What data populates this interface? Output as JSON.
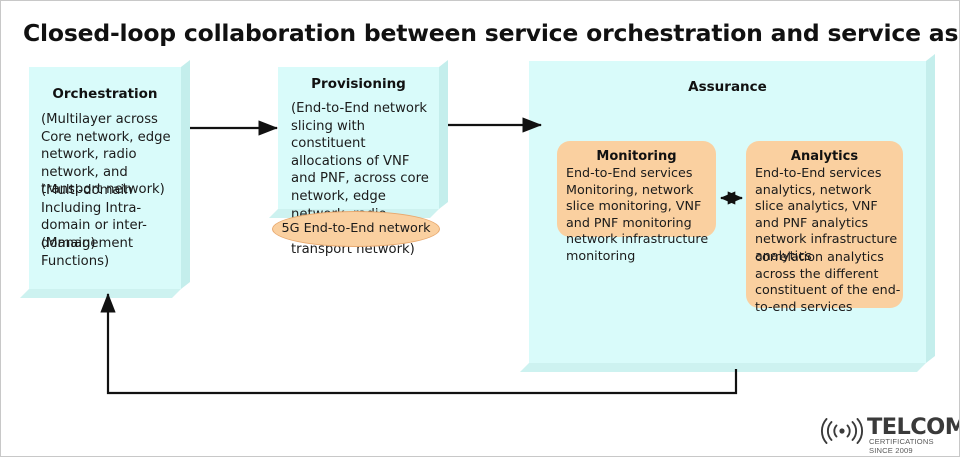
{
  "title": "Closed-loop collaboration between service orchestration and service assurance",
  "orchestration": {
    "heading": "Orchestration",
    "paragraph_1": "(Multilayer across Core network, edge network, radio network, and transport network)",
    "paragraph_2": "(Multi-domain Including Intra-domain or inter-domain)",
    "paragraph_3": "(Management Functions)"
  },
  "provisioning": {
    "heading": "Provisioning",
    "paragraph_1": "(End-to-End network slicing with constituent allocations of VNF and PNF, across core network, edge network, radio network and transport network)",
    "ellipse_label": "5G End-to-End network"
  },
  "assurance": {
    "heading": "Assurance",
    "monitoring": {
      "heading": "Monitoring",
      "body": "End-to-End services Monitoring, network slice monitoring, VNF and PNF monitoring network infrastructure monitoring"
    },
    "analytics": {
      "heading": "Analytics",
      "body_1": "End-to-End services analytics, network slice analytics, VNF and PNF analytics network infrastructure analytics",
      "body_2": "correlation analytics across the different constituent of the end-to-end services"
    }
  },
  "logo": {
    "wordmark": "TELCOMA",
    "tagline": "CERTIFICATIONS SINCE 2009"
  },
  "colors": {
    "panel_fill": "#d9fbfa",
    "panel_side": "#c4eeec",
    "box_fill": "#fad0a0",
    "arrow": "#111111",
    "text": "#1b1b1b",
    "background": "#ffffff"
  },
  "flow": {
    "arrow_orchestration_to_provisioning": "Orchestration to Provisioning",
    "arrow_provisioning_to_assurance": "Provisioning to Assurance",
    "arrow_monitoring_analytics": "Monitoring to Analytics bidirectional",
    "feedback_loop": "Assurance back to Orchestration"
  }
}
